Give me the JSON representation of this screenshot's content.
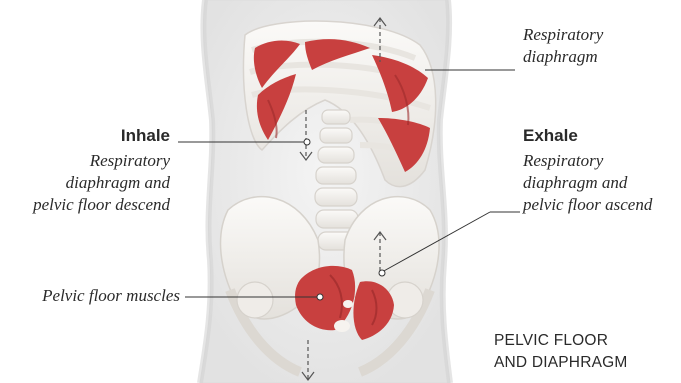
{
  "labels": {
    "respiratory_diaphragm": [
      "Respiratory",
      "diaphragm"
    ],
    "inhale": {
      "heading": "Inhale",
      "text": [
        "Respiratory",
        "diaphragm and",
        "pelvic floor descend"
      ]
    },
    "exhale": {
      "heading": "Exhale",
      "text": [
        "Respiratory",
        "diaphragm and",
        "pelvic floor ascend"
      ]
    },
    "pelvic_floor_muscles": "Pelvic floor muscles",
    "caption": [
      "PELVIC FLOOR",
      "AND DIAPHRAGM"
    ]
  },
  "colors": {
    "muscle": "#c8403f",
    "muscle_dark": "#9d2b2c",
    "bone": "#f1efec",
    "body": "#e9e9e9",
    "leader": "#333333"
  }
}
